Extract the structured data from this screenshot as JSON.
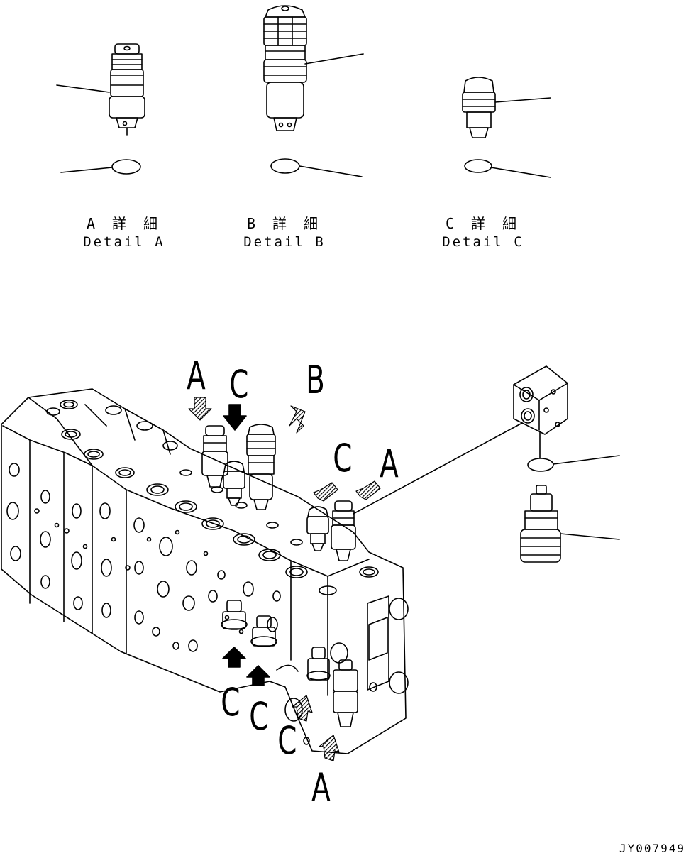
{
  "details": [
    {
      "jp": "A 詳 細",
      "en": "Detail A"
    },
    {
      "jp": "B 詳 細",
      "en": "Detail B"
    },
    {
      "jp": "C 詳 細",
      "en": "Detail C"
    }
  ],
  "callouts": {
    "top_a": "A",
    "top_c": "C",
    "top_b": "B",
    "mid_c": "C",
    "mid_a": "A",
    "bot_c1": "C",
    "bot_c2": "C",
    "bot_c3": "C",
    "bot_a": "A"
  },
  "drawing_id": "JY007949"
}
